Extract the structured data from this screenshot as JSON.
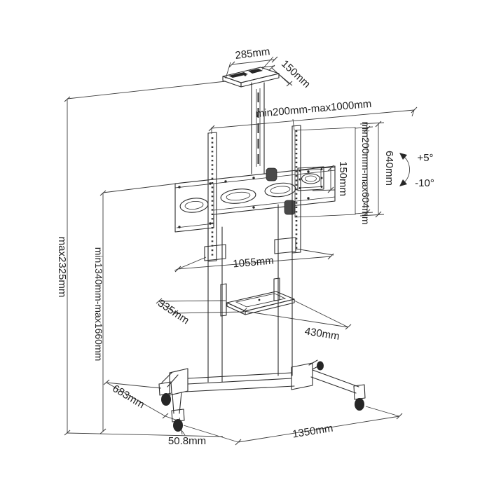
{
  "colors": {
    "background": "#ffffff",
    "line": "#2b2b2b",
    "dimension_line": "#3c3c3c",
    "dark_fill": "#262626"
  },
  "labels": {
    "tray_width": "285mm",
    "tray_depth": "150mm",
    "mount_width_range": "min200mm-max1000mm",
    "mount_height_range": "min200mm-max604mm",
    "mount_height": "640mm",
    "adapter_height": "150mm",
    "tilt_up": "+5°",
    "tilt_down": "-10°",
    "total_height": "max2325mm",
    "screen_height_range": "min1340mm-max1660mm",
    "rail_width": "1055mm",
    "shelf_depth": "335mm",
    "shelf_width": "430mm",
    "base_depth": "683mm",
    "base_width": "1350mm",
    "caster_size": "50.8mm"
  }
}
